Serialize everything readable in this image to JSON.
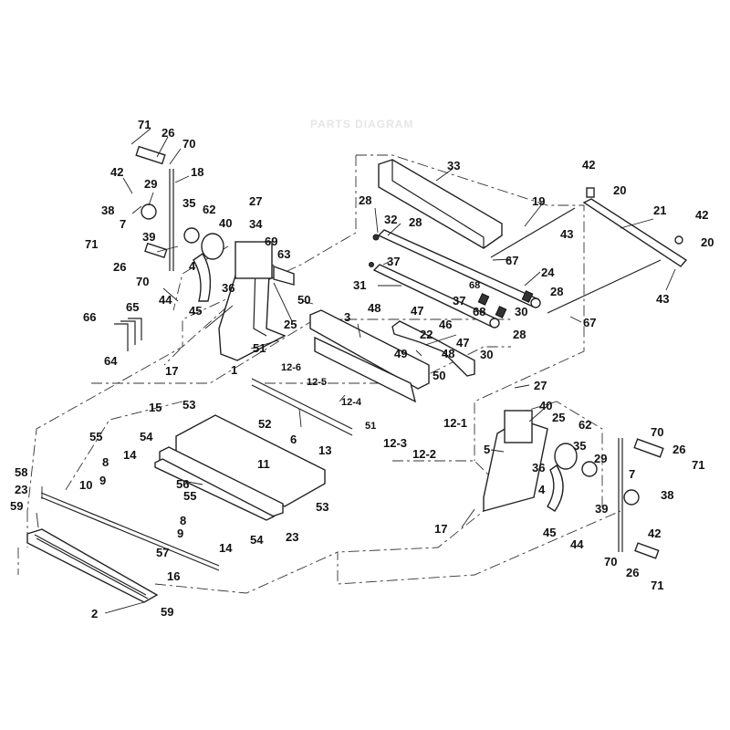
{
  "watermark": "PARTS DIAGRAM",
  "callouts": {
    "p71a": "71",
    "p26a": "26",
    "p70a": "70",
    "p18": "18",
    "p42a": "42",
    "p29a": "29",
    "p38a": "38",
    "p7a": "7",
    "p39a": "39",
    "p35a": "35",
    "p62a": "62",
    "p27a": "27",
    "p40a": "40",
    "p34": "34",
    "p71b": "71",
    "p26b": "26",
    "p70b": "70",
    "p4a": "4",
    "p69": "69",
    "p63": "63",
    "p44a": "44",
    "p36a": "36",
    "p45a": "45",
    "p25a": "25",
    "p66": "66",
    "p65": "65",
    "p64": "64",
    "p50a": "50",
    "p17a": "17",
    "p51a": "51",
    "p1": "1",
    "p33": "33",
    "p28a": "28",
    "p32": "32",
    "p28b": "28",
    "p37a": "37",
    "p31": "31",
    "p37b": "37",
    "p68a": "68",
    "p68b": "68",
    "p24": "24",
    "p30a": "30",
    "p28c": "28",
    "p48a": "48",
    "p47a": "47",
    "p46": "46",
    "p22": "22",
    "p47b": "47",
    "p48b": "48",
    "p30b": "30",
    "p28d": "28",
    "p49": "49",
    "p50b": "50",
    "p3": "3",
    "p12_6": "12-6",
    "p12_5": "12-5",
    "p12_4": "12-4",
    "p12_1": "12-1",
    "p12_3": "12-3",
    "p12_2": "12-2",
    "p51b": "51",
    "p13": "13",
    "p52": "52",
    "p53a": "53",
    "p15": "15",
    "p6": "6",
    "p55a": "55",
    "p54a": "54",
    "p8a": "8",
    "p14a": "14",
    "p56": "56",
    "p11": "11",
    "p58": "58",
    "p10": "10",
    "p9a": "9",
    "p23a": "23",
    "p23b": "23",
    "p59a": "59",
    "p55b": "55",
    "p53b": "53",
    "p8b": "8",
    "p9b": "9",
    "p14b": "14",
    "p54b": "54",
    "p57": "57",
    "p16": "16",
    "p2": "2",
    "p59b": "59",
    "p19": "19",
    "p42b": "42",
    "p20a": "20",
    "p21": "21",
    "p42c": "42",
    "p43a": "43",
    "p20b": "20",
    "p67a": "67",
    "p43b": "43",
    "p67b": "67",
    "p27b": "27",
    "p40b": "40",
    "p25b": "25",
    "p62b": "62",
    "p5": "5",
    "p35b": "35",
    "p29b": "29",
    "p70c": "70",
    "p26c": "26",
    "p71c": "71",
    "p36b": "36",
    "p4b": "4",
    "p7b": "7",
    "p38b": "38",
    "p39b": "39",
    "p17b": "17",
    "p45b": "45",
    "p44b": "44",
    "p42d": "42",
    "p70d": "70",
    "p26d": "26",
    "p71d": "71"
  }
}
